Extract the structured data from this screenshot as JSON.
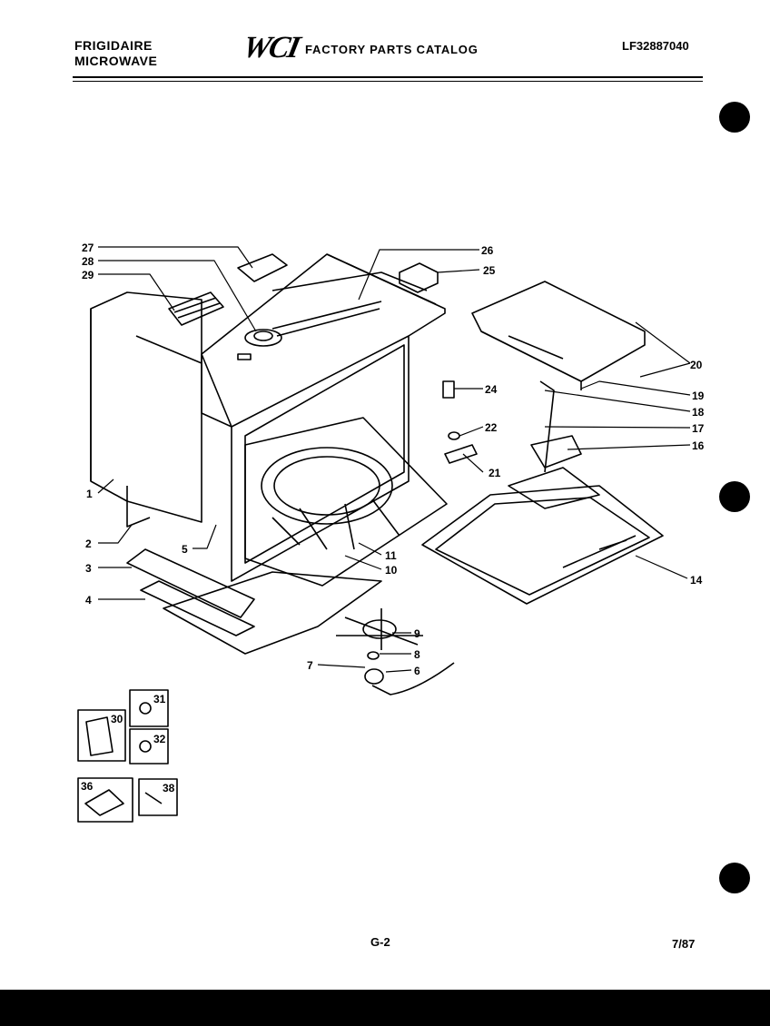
{
  "header": {
    "brand_line1": "FRIGIDAIRE",
    "brand_line2": "MICROWAVE",
    "logo": "WCI",
    "catalog_title": "FACTORY PARTS CATALOG",
    "model": "LF32887040"
  },
  "footer": {
    "page": "G-2",
    "date": "7/87"
  },
  "callouts": [
    "27",
    "28",
    "29",
    "26",
    "25",
    "20",
    "19",
    "18",
    "17",
    "16",
    "24",
    "22",
    "21",
    "1",
    "2",
    "5",
    "3",
    "4",
    "11",
    "10",
    "14",
    "9",
    "8",
    "7",
    "6",
    "30",
    "31",
    "32",
    "36",
    "38"
  ]
}
